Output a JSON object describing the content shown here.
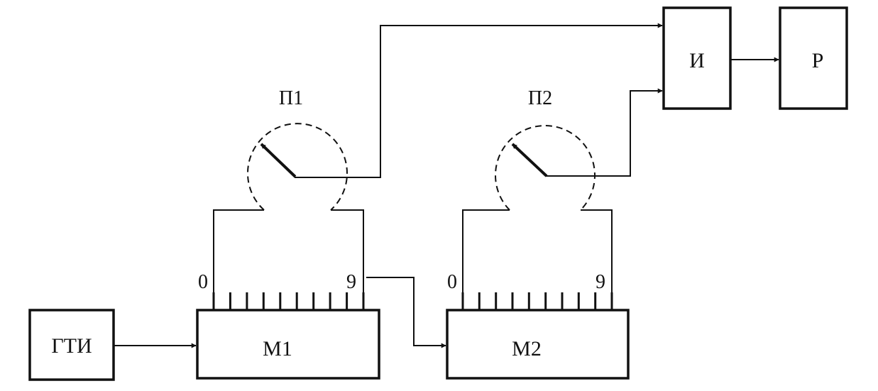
{
  "blocks": {
    "gti": "ГТИ",
    "m1": "М1",
    "m2": "М2",
    "and_gate": "И",
    "relay": "Р"
  },
  "switches": {
    "p1": "П1",
    "p2": "П2"
  },
  "positions": {
    "m1_first": "0",
    "m1_last": "9",
    "m2_first": "0",
    "m2_last": "9"
  }
}
